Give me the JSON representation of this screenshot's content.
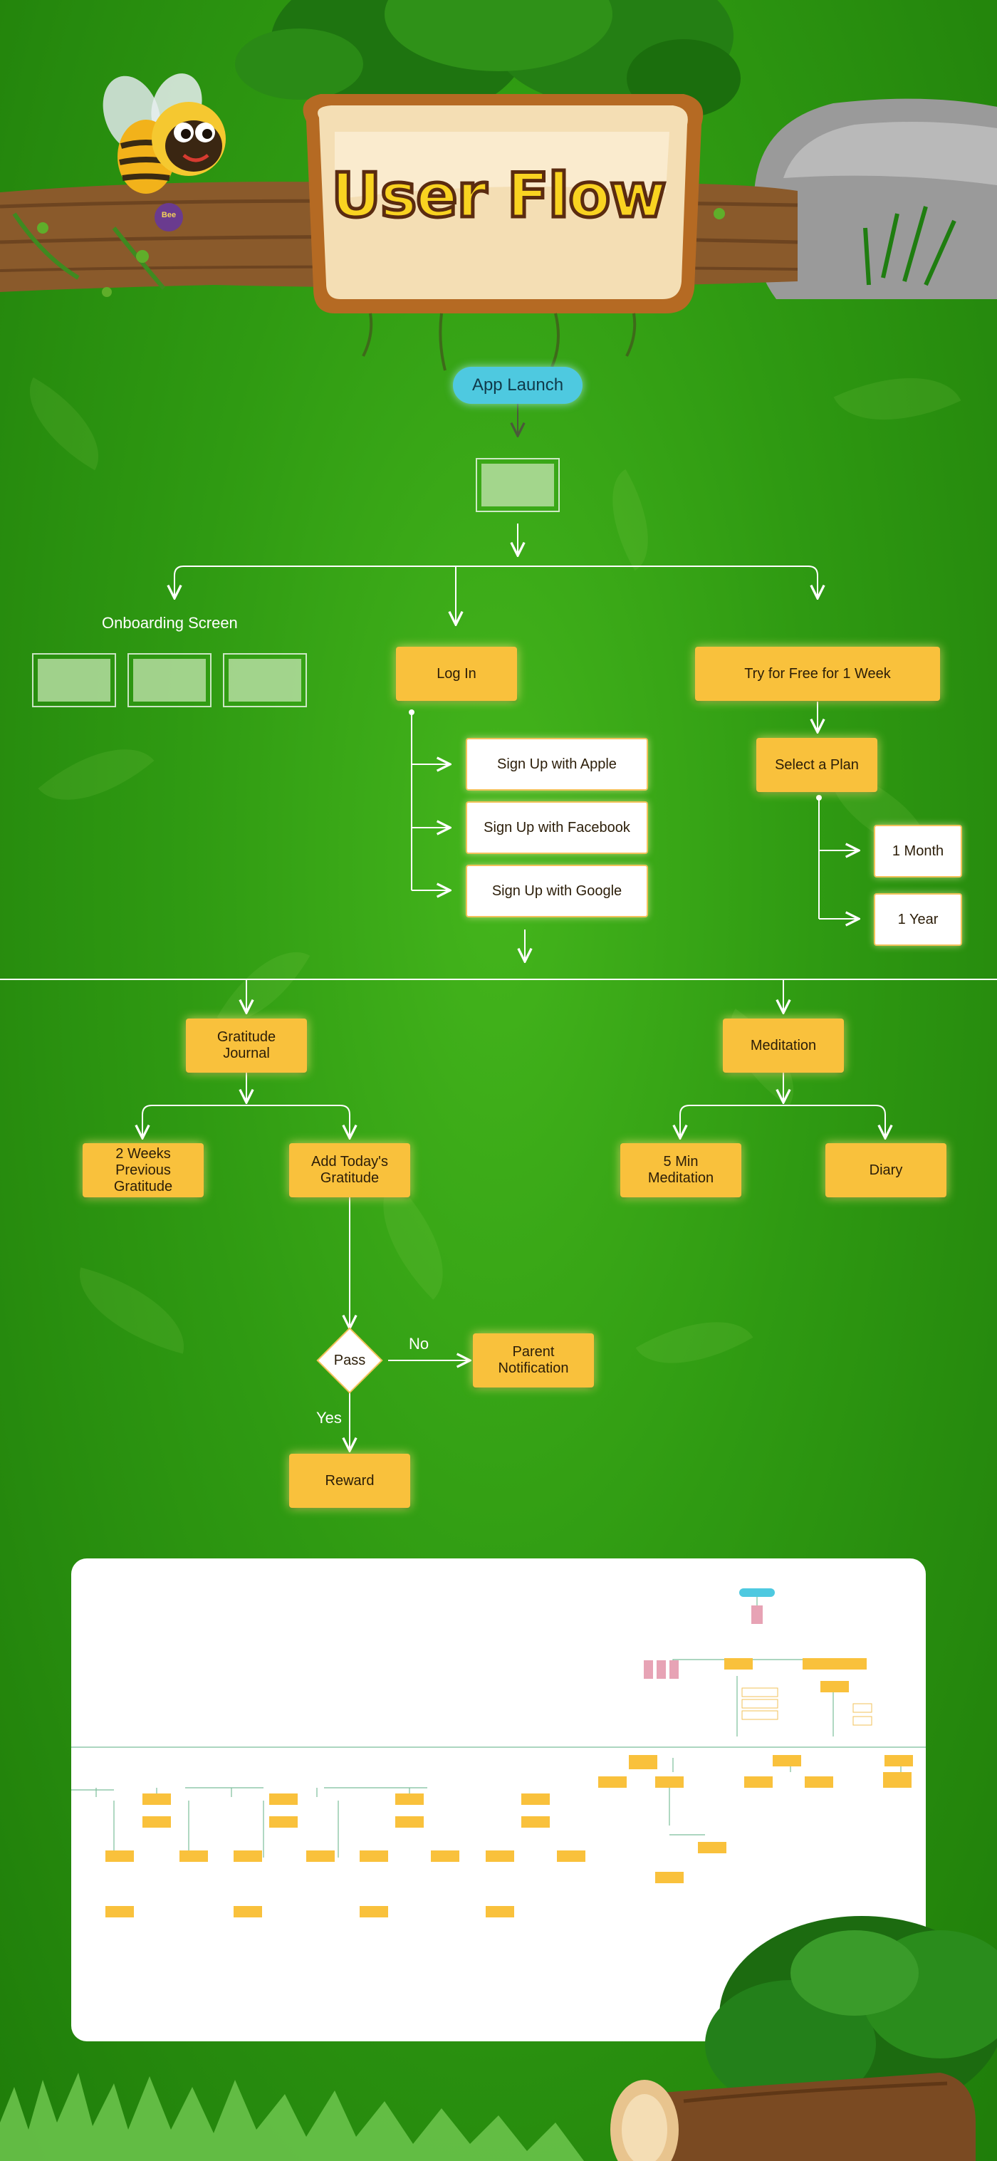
{
  "header": {
    "title": "User Flow",
    "mascot_badge": "Bee"
  },
  "flow": {
    "start": "App Launch",
    "onboarding_label": "Onboarding Screen",
    "login": "Log In",
    "signup_options": [
      "Sign Up with Apple",
      "Sign Up with Facebook",
      "Sign Up with Google"
    ],
    "trial": "Try for Free for 1 Week",
    "select_plan": "Select a Plan",
    "plans": [
      "1 Month",
      "1 Year"
    ],
    "gratitude_journal": "Gratitude Journal",
    "previous_gratitude": "2 Weeks Previous Gratitude",
    "add_gratitude": "Add Today's Gratitude",
    "decision": "Pass",
    "decision_no": "No",
    "decision_yes": "Yes",
    "parent_notification": "Parent Notification",
    "reward": "Reward",
    "meditation": "Meditation",
    "five_min_meditation": "5 Min Meditation",
    "diary": "Diary"
  },
  "colors": {
    "node_fill": "#f9c13c",
    "option_fill": "#ffffff",
    "start_fill": "#4ec9e0",
    "connector": "#ffffff"
  }
}
